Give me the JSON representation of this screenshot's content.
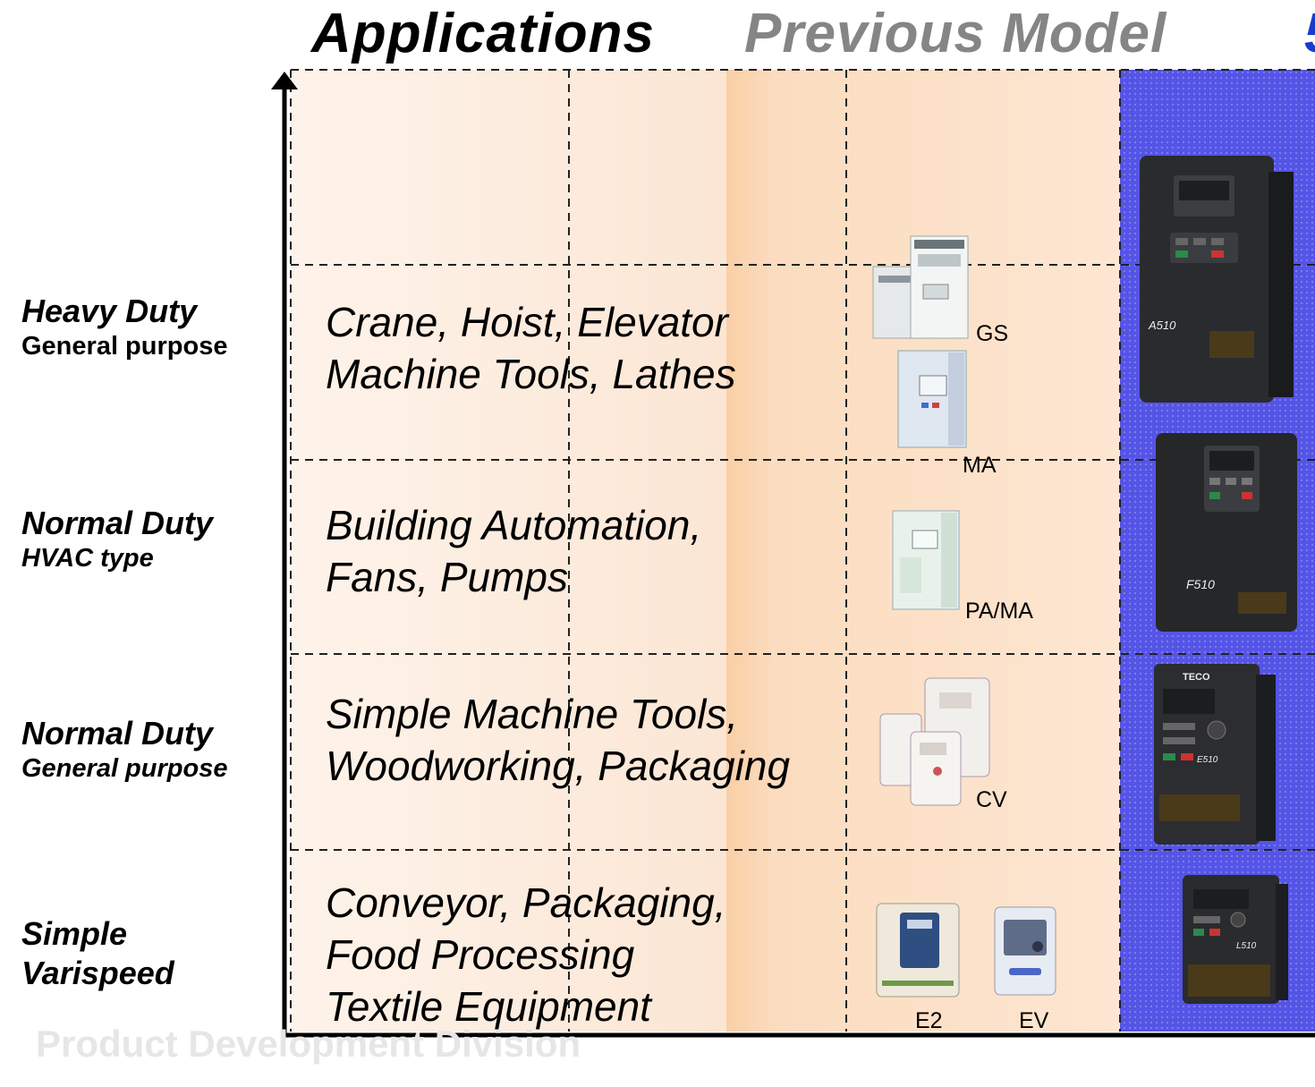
{
  "headers": {
    "applications": "Applications",
    "previous_model": "Previous Model",
    "new_model_partial": "5"
  },
  "categories": [
    {
      "line1": "Heavy Duty",
      "line2": "General purpose"
    },
    {
      "line1": "Normal Duty",
      "line2": "HVAC type"
    },
    {
      "line1": "Normal Duty",
      "line2": "General purpose"
    },
    {
      "line1": "Simple",
      "line2": "Varispeed"
    }
  ],
  "applications": [
    [
      "Crane, Hoist, Elevator",
      "Machine Tools, Lathes"
    ],
    [
      "Building Automation,",
      "Fans, Pumps"
    ],
    [
      "Simple Machine Tools,",
      "Woodworking, Packaging"
    ],
    [
      "Conveyor, Packaging,",
      "Food Processing",
      "Textile Equipment"
    ]
  ],
  "previous_models": [
    "GS",
    "MA",
    "PA/MA",
    "CV",
    "E2",
    "EV"
  ],
  "new_models": [
    "A510",
    "F510",
    "E510",
    "L510"
  ],
  "new_model_brand": "TECO",
  "watermark": "Product Development Division",
  "colors": {
    "previous_band": "#fbd9b8",
    "new_band": "#5555e8",
    "prev_header": "#858585",
    "next_header": "#1a3ccc"
  }
}
